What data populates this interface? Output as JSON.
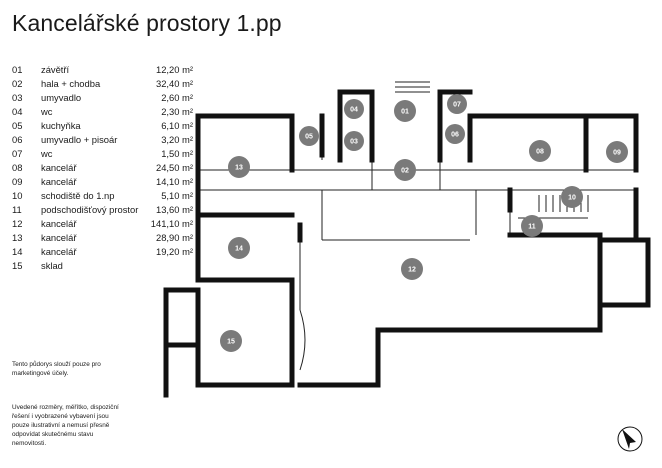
{
  "title": "Kancelářské prostory 1.pp",
  "rooms": [
    {
      "num": "01",
      "name": "závětří",
      "area": "12,20 m²"
    },
    {
      "num": "02",
      "name": "hala + chodba",
      "area": "32,40 m²"
    },
    {
      "num": "03",
      "name": "umyvadlo",
      "area": "2,60 m²"
    },
    {
      "num": "04",
      "name": "wc",
      "area": "2,30 m²"
    },
    {
      "num": "05",
      "name": "kuchyňka",
      "area": "6,10 m²"
    },
    {
      "num": "06",
      "name": "umyvadlo + pisoár",
      "area": "3,20 m²"
    },
    {
      "num": "07",
      "name": "wc",
      "area": "1,50 m²"
    },
    {
      "num": "08",
      "name": "kancelář",
      "area": "24,50 m²"
    },
    {
      "num": "09",
      "name": "kancelář",
      "area": "14,10 m²"
    },
    {
      "num": "10",
      "name": "schodiště do 1.np",
      "area": "5,10 m²"
    },
    {
      "num": "11",
      "name": "podschodišťový prostor",
      "area": "13,60 m²"
    },
    {
      "num": "12",
      "name": "kancelář",
      "area": "141,10 m²"
    },
    {
      "num": "13",
      "name": "kancelář",
      "area": "28,90 m²"
    },
    {
      "num": "14",
      "name": "kancelář",
      "area": "19,20 m²"
    },
    {
      "num": "15",
      "name": "sklad",
      "area": ""
    }
  ],
  "note_marketing": "Tento půdorys slouží pouze pro marketingové účely.",
  "note_disclaimer": "Uvedené rozměry, měřítko, dispoziční řešení i vyobrazené vybavení jsou pouze ilustrativní a nemusí přesně odpovídat skutečnému stavu nemovitosti.",
  "markers": [
    "01",
    "02",
    "03",
    "04",
    "05",
    "06",
    "07",
    "08",
    "09",
    "10",
    "11",
    "12",
    "13",
    "14",
    "15"
  ],
  "colors": {
    "marker": "#7a7a7a",
    "wall": "#111111"
  },
  "icons": {
    "compass": "north-arrow-icon"
  }
}
